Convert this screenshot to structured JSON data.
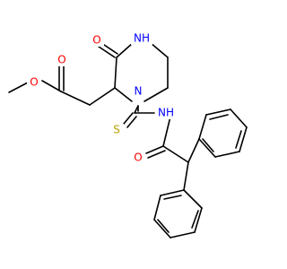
{
  "molecule": {
    "atoms": {
      "nh": "NH",
      "n_ring": "N",
      "o_ketone": "O",
      "o_ester_carbonyl": "O",
      "o_ester_ether": "O",
      "s_thio": "S",
      "n_amide": "NH",
      "o_amide": "O"
    }
  },
  "colors": {
    "bond": "#000000",
    "oxygen": "#ff0000",
    "nitrogen": "#0000ff",
    "sulfur": "#b8a000",
    "background": "#ffffff"
  }
}
